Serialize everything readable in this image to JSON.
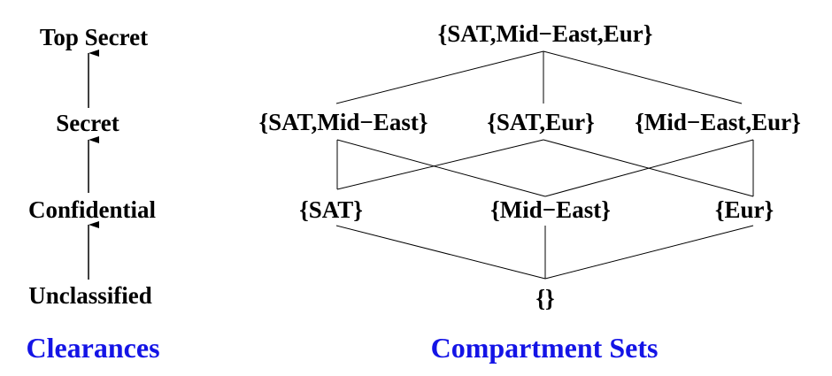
{
  "clearances": {
    "levels": [
      "Top Secret",
      "Secret",
      "Confidential",
      "Unclassified"
    ],
    "caption": "Clearances"
  },
  "compartments": {
    "caption": "Compartment Sets",
    "nodes": {
      "top": "{SAT,Mid−East,Eur}",
      "sat_mid": "{SAT,Mid−East}",
      "sat_eur": "{SAT,Eur}",
      "mid_eur": "{Mid−East,Eur}",
      "sat": "{SAT}",
      "mid": "{Mid−East}",
      "eur": "{Eur}",
      "empty": "{}"
    }
  },
  "colors": {
    "caption": "#1414e6",
    "text": "#000000",
    "lines": "#000000"
  }
}
